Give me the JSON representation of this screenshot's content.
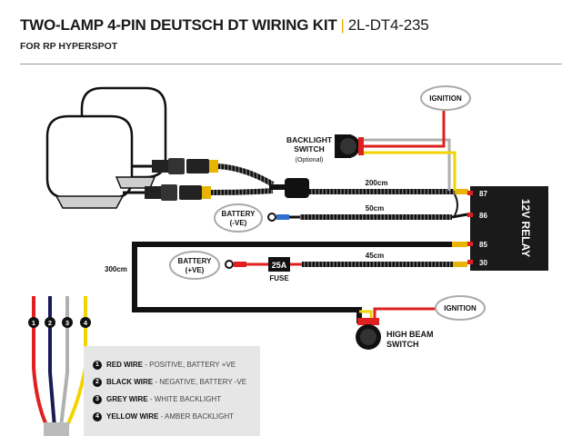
{
  "header": {
    "title": "TWO-LAMP 4-PIN DEUTSCH DT WIRING KIT",
    "separator": "|",
    "code": "2L-DT4-235",
    "subtitle": "FOR RP HYPERSPOT"
  },
  "labels": {
    "ignition_top": "IGNITION",
    "ignition_bottom": "IGNITION",
    "backlight_switch_line1": "BACKLIGHT",
    "backlight_switch_line2": "SWITCH",
    "backlight_optional": "(Optional)",
    "battery_neg_line1": "BATTERY",
    "battery_neg_line2": "(-VE)",
    "battery_pos_line1": "BATTERY",
    "battery_pos_line2": "(+VE)",
    "fuse_rating": "25A",
    "fuse_label": "FUSE",
    "len_200": "200cm",
    "len_50": "50cm",
    "len_45": "45cm",
    "len_300": "300cm",
    "relay_name": "12V RELAY",
    "pin_87": "87",
    "pin_86": "86",
    "pin_85": "85",
    "pin_30": "30",
    "high_beam_line1": "HIGH BEAM",
    "high_beam_line2": "SWITCH"
  },
  "wire_numbers": [
    "1",
    "2",
    "3",
    "4"
  ],
  "legend": [
    {
      "num": "1",
      "name": "RED WIRE",
      "desc": " - POSITIVE, BATTERY +VE"
    },
    {
      "num": "2",
      "name": "BLACK WIRE",
      "desc": " - NEGATIVE, BATTERY -VE"
    },
    {
      "num": "3",
      "name": "GREY WIRE",
      "desc": " - WHITE BACKLIGHT"
    },
    {
      "num": "4",
      "name": "YELLOW WIRE",
      "desc": " - AMBER BACKLIGHT"
    }
  ],
  "colors": {
    "red": "#e02020",
    "black": "#111111",
    "grey": "#b0b0b0",
    "yellow": "#f2d400",
    "accent": "#e8b400",
    "relay": "#1a1a1a"
  }
}
